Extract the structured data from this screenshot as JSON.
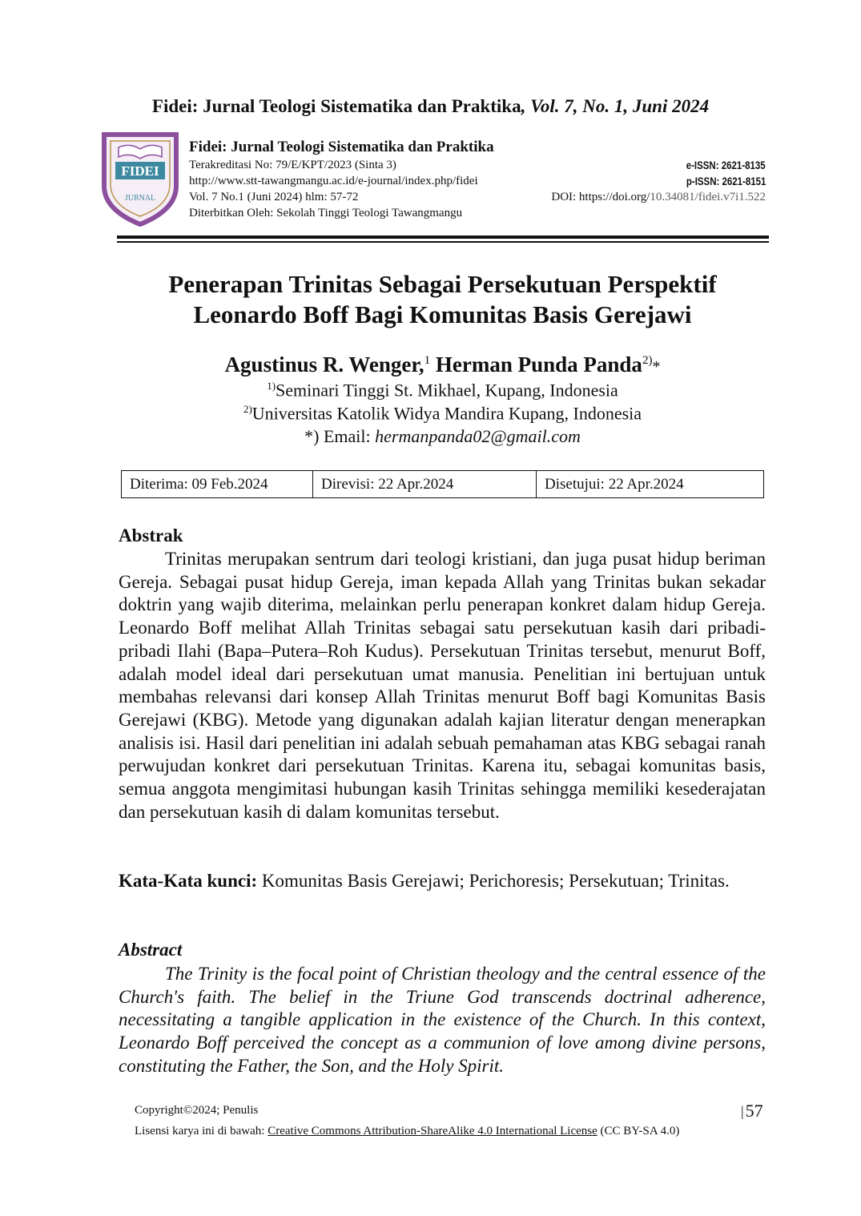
{
  "running_header": {
    "journal": "Fidei: Jurnal Teologi Sistematika dan Praktika",
    "volume_info": ", Vol. 7, No. 1, Juni 2024"
  },
  "logo": {
    "top_text": "FIDEI",
    "bottom_text": "JURNAL"
  },
  "journal_info": {
    "name": "Fidei: Jurnal Teologi Sistematika dan Praktika",
    "accreditation": "Terakreditasi No: 79/E/KPT/2023 (Sinta 3)",
    "url": "http://www.stt-tawangmangu.ac.id/e-journal/index.php/fidei",
    "volume_pages": "Vol. 7 No.1 (Juni 2024) hlm: 57-72",
    "publisher": "Diterbitkan Oleh: Sekolah Tinggi Teologi Tawangmangu",
    "e_issn": "e-ISSN: 2621-8135",
    "p_issn": "p-ISSN: 2621-8151",
    "doi_prefix": "DOI: https://doi.org/",
    "doi_number": "10.34081/fidei.v7i1.522"
  },
  "article": {
    "title_line1": "Penerapan Trinitas Sebagai Persekutuan Perspektif",
    "title_line2": "Leonardo Boff Bagi Komunitas Basis Gerejawi",
    "author1": "Agustinus R. Wenger,",
    "author1_sup": "1",
    "author2": " Herman Punda Panda",
    "author2_sup": "2)",
    "author2_mark": ")*",
    "affil1_sup": "1)",
    "affil1": "Seminari Tinggi St. Mikhael, Kupang, Indonesia",
    "affil2_sup": "2)",
    "affil2": "Universitas Katolik Widya Mandira Kupang, Indonesia",
    "email_label": "*) Email: ",
    "email": "hermanpanda02@gmail.com"
  },
  "dates": {
    "received": "Diterima: 09 Feb.2024",
    "revised": "Direvisi: 22 Apr.2024",
    "accepted": "Disetujui: 22 Apr.2024"
  },
  "abstrak": {
    "heading": "Abstrak",
    "text": "Trinitas merupakan sentrum dari teologi kristiani, dan juga pusat hidup beriman Gereja. Sebagai pusat hidup Gereja, iman kepada Allah yang Trinitas bukan sekadar doktrin yang wajib diterima, melainkan perlu penerapan konkret dalam hidup Gereja. Leonardo Boff melihat Allah Trinitas sebagai satu persekutuan kasih dari pribadi-pribadi Ilahi (Bapa–Putera–Roh Kudus). Persekutuan Trinitas tersebut, menurut Boff, adalah model ideal dari persekutuan umat manusia. Penelitian ini bertujuan untuk membahas relevansi dari konsep Allah Trinitas menurut Boff bagi Komunitas Basis Gerejawi (KBG). Metode yang digunakan adalah kajian literatur dengan menerapkan analisis isi. Hasil dari penelitian ini adalah sebuah pemahaman atas KBG sebagai ranah perwujudan konkret dari persekutuan Trinitas. Karena itu, sebagai komunitas basis, semua anggota mengimitasi hubungan kasih Trinitas sehingga memiliki kesederajatan dan persekutuan kasih di dalam komunitas tersebut.",
    "keywords_label": "Kata-Kata kunci:",
    "keywords": " Komunitas Basis Gerejawi; Perichoresis; Persekutuan; Trinitas."
  },
  "abstract": {
    "heading": "Abstract",
    "text": "The Trinity is the focal point of Christian theology and the central essence of the Church's faith. The belief in the Triune God transcends doctrinal adherence, necessitating a tangible application in the existence of the Church. In this context, Leonardo Boff perceived the concept as a communion of love among divine persons, constituting the Father, the Son, and the Holy Spirit."
  },
  "footer": {
    "copyright": "Copyright©2024; Penulis",
    "license_prefix": "Lisensi karya ini di bawah: ",
    "license_link": "Creative Commons Attribution-ShareAlike 4.0 International License",
    "license_suffix": " (CC BY-SA 4.0)",
    "page_number": "57"
  },
  "colors": {
    "logo_purple": "#8c4f9e",
    "logo_teal": "#3d8aa0",
    "logo_gold": "#b9944a"
  }
}
